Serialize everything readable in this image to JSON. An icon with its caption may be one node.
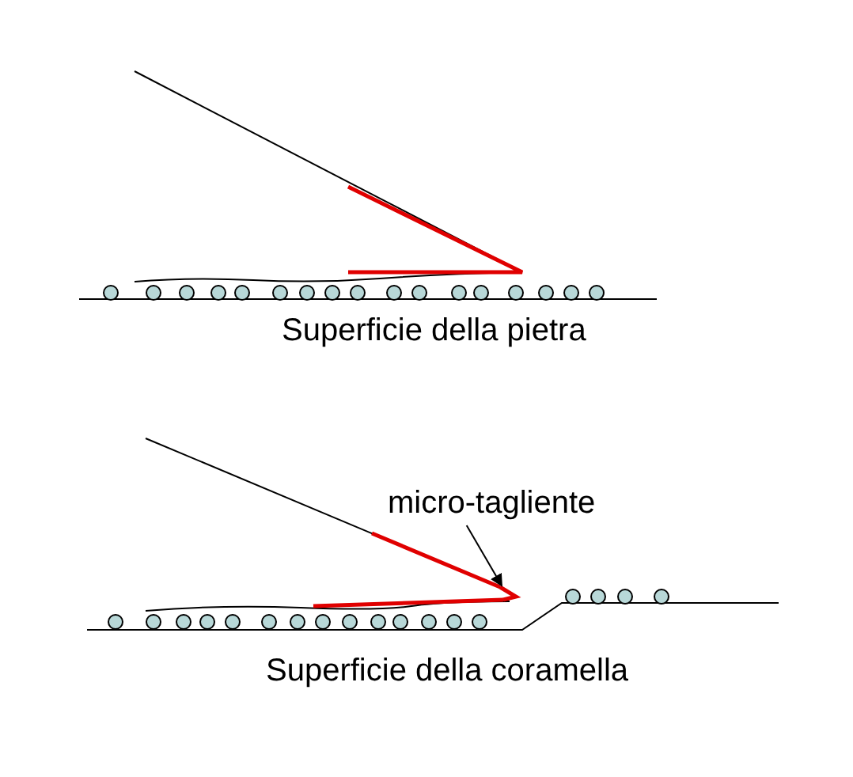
{
  "diagram": {
    "nodes": [
      {
        "text": [
          "micro-tagliente"
        ]
      },
      {
        "text": [],
        "shape": "curve"
      }
    ],
    "edges": [
      {
        "from": 0,
        "to": 1,
        "arrow": "to"
      }
    ],
    "labels": [
      "Superficie della pietra",
      "Superficie della coramella"
    ]
  }
}
